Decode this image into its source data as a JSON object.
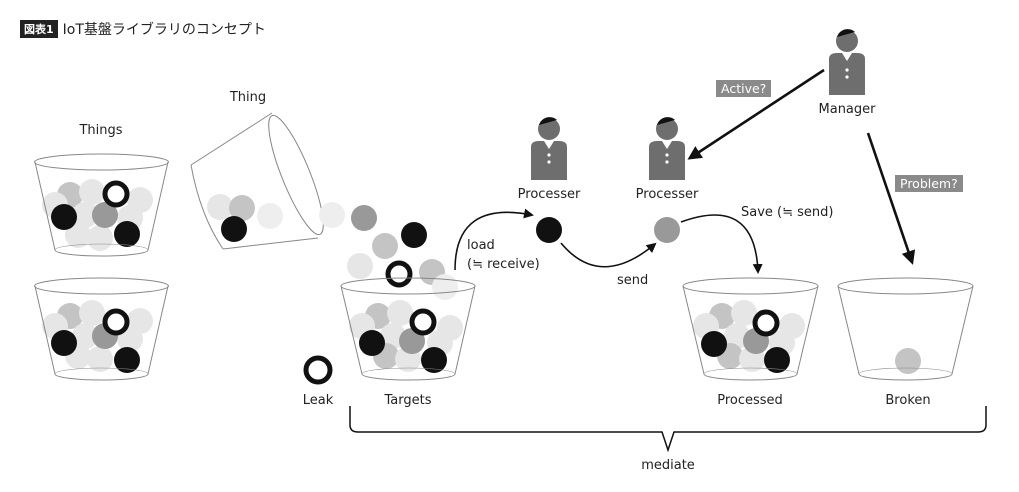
{
  "figure": {
    "badge": "図表1",
    "title": "IoT基盤ライブラリのコンセプト"
  },
  "labels": {
    "things": "Things",
    "thing": "Thing",
    "leak": "Leak",
    "targets": "Targets",
    "processer_1": "Processer",
    "processer_2": "Processer",
    "manager": "Manager",
    "processed": "Processed",
    "broken": "Broken",
    "mediate": "mediate"
  },
  "edges": {
    "load_line1": "load",
    "load_line2": "(≒ receive)",
    "send": "send",
    "save": "Save (≒ send)",
    "active": "Active?",
    "problem": "Problem?"
  },
  "colors": {
    "black_ball": "#111111",
    "dark_gray_ball": "#999999",
    "mid_gray_ball": "#c4c4c4",
    "light_gray_ball": "#e6e6e6",
    "person": "#6e6e6e",
    "tag_bg": "#8a8a8a",
    "cup_stroke": "#888888"
  }
}
